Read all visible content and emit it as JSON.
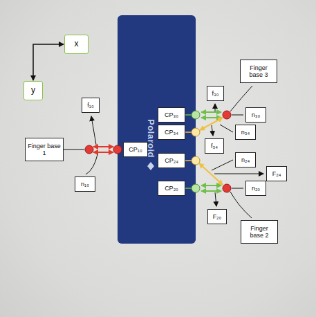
{
  "diagram": {
    "nodes": [
      {
        "text": [
          "x"
        ]
      },
      {
        "text": [
          "y"
        ]
      },
      {
        "text": [
          "Finger base 3"
        ]
      },
      {
        "text": [
          "f₃₀"
        ]
      },
      {
        "text": [
          "f₁₀"
        ]
      },
      {
        "text": [
          "CP₃₀"
        ]
      },
      {
        "text": [
          "n₃₀"
        ]
      },
      {
        "text": [
          "n₃₄"
        ]
      },
      {
        "text": [
          "CP₃₄"
        ]
      },
      {
        "text": [
          "f₃₄"
        ]
      },
      {
        "text": [
          "Finger base 1"
        ]
      },
      {
        "text": [
          "CP₁₀"
        ]
      },
      {
        "text": [
          "CP₂₄"
        ]
      },
      {
        "text": [
          "n₂₄"
        ]
      },
      {
        "text": [
          "F₂₄"
        ]
      },
      {
        "text": [
          "n₁₀"
        ]
      },
      {
        "text": [
          "CP₂₀"
        ]
      },
      {
        "text": [
          "n₂₀"
        ]
      },
      {
        "text": [
          "F₂₀"
        ]
      },
      {
        "text": [
          "Finger base 2"
        ]
      }
    ],
    "edges": [
      {
        "from": 0,
        "to": 1,
        "arrow": "both"
      }
    ],
    "labels": [
      "Polaroid"
    ]
  }
}
